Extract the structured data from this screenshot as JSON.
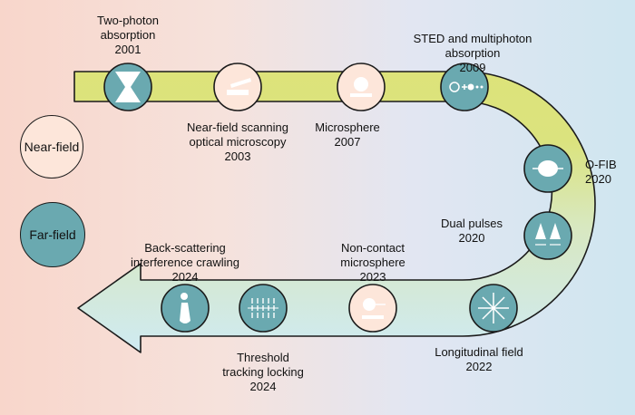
{
  "legend": {
    "near_field": "Near-field",
    "far_field": "Far-field",
    "near_color": "#fde6da",
    "far_color": "#6aa9b0"
  },
  "milestones": [
    {
      "id": "two-photon",
      "label": "Two-photon\nabsorption\n2001",
      "type": "far",
      "icon": "hourglass-icon"
    },
    {
      "id": "near-field-scanning",
      "label": "Near-field scanning\noptical microscopy\n2003",
      "type": "near",
      "icon": "probe-icon"
    },
    {
      "id": "microsphere",
      "label": "Microsphere\n2007",
      "type": "near",
      "icon": "microsphere-icon"
    },
    {
      "id": "sted",
      "label": "STED and multiphoton absorption\n2009",
      "type": "far",
      "icon": "sted-icon"
    },
    {
      "id": "o-fib",
      "label": "O-FIB\n2020",
      "type": "far",
      "icon": "ofib-icon"
    },
    {
      "id": "dual-pulses",
      "label": "Dual pulses\n2020",
      "type": "far",
      "icon": "dual-pulse-icon"
    },
    {
      "id": "longitudinal-field",
      "label": "Longitudinal field\n2022",
      "type": "far",
      "icon": "longitudinal-field-icon"
    },
    {
      "id": "non-contact-microsphere",
      "label": "Non-contact\nmicrosphere\n2023",
      "type": "near",
      "icon": "noncontact-microsphere-icon"
    },
    {
      "id": "threshold-tracking",
      "label": "Threshold\ntracking locking\n2024",
      "type": "far",
      "icon": "threshold-icon"
    },
    {
      "id": "back-scattering",
      "label": "Back-scattering\ninterference crawling\n2024",
      "type": "far",
      "icon": "back-scattering-icon"
    }
  ],
  "colors": {
    "band_start": "#dde37a",
    "band_end": "#d2ecf0",
    "stroke": "#1b1b1b",
    "icon_white": "#ffffff",
    "icon_light": "#f2c9b6"
  }
}
